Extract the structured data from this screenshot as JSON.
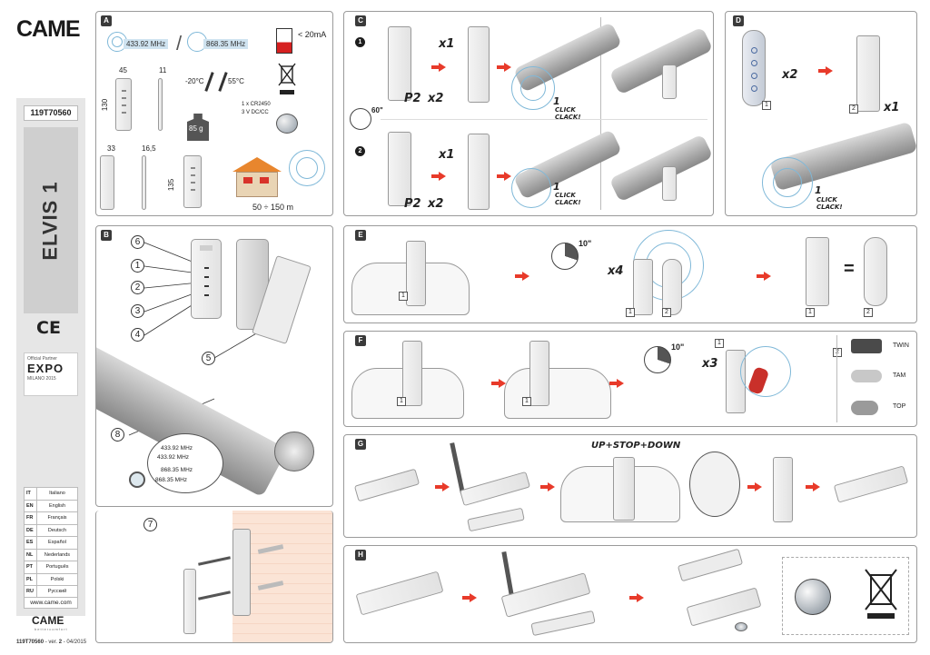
{
  "brand": "CAME",
  "doc_code": "119T70560",
  "product": "ELVIS 1",
  "ce_mark": "CE",
  "expo": {
    "label": "Official Partner",
    "word": "EXPO",
    "sub": "MILANO 2015"
  },
  "languages": [
    {
      "code": "IT",
      "name": "Italiano"
    },
    {
      "code": "EN",
      "name": "English"
    },
    {
      "code": "FR",
      "name": "Français"
    },
    {
      "code": "DE",
      "name": "Deutsch"
    },
    {
      "code": "ES",
      "name": "Español"
    },
    {
      "code": "NL",
      "name": "Nederlands"
    },
    {
      "code": "PT",
      "name": "Português"
    },
    {
      "code": "PL",
      "name": "Polski"
    },
    {
      "code": "RU",
      "name": "Русский"
    }
  ],
  "website": "www.came.com",
  "footer": {
    "code": "119T70560",
    "ver_label": "ver.",
    "ver": "2",
    "date": "04/2015"
  },
  "brand_tagline": "bettercomfort",
  "sections": {
    "A": {
      "letter": "A",
      "freq1": "433.92 MHz",
      "separator": "/",
      "freq2": "868.35 MHz",
      "current": "< 20mA",
      "dim_w": "45",
      "dim_d": "11",
      "dim_h": "130",
      "temp_min": "-20°C",
      "temp_max": "55°C",
      "weight": "85 g",
      "battery_qty": "1 x CR2450",
      "battery_v": "3 V DC/CC",
      "holder_w": "33",
      "holder_d": "16,5",
      "holder_h": "135",
      "range": "50 ÷ 150 m"
    },
    "B": {
      "letter": "B",
      "labels": [
        "6",
        "1",
        "2",
        "3",
        "4",
        "5",
        "8"
      ],
      "freqs": [
        "433.92 MHz",
        "433.92 MHz",
        "868.35 MHz",
        "868.35 MHz"
      ]
    },
    "B2": {
      "label": "7"
    },
    "C": {
      "letter": "C",
      "step1": "1",
      "step2": "2",
      "p2": "P2",
      "x2": "x2",
      "x1": "x1",
      "click_num": "1",
      "click_text": "CLICK",
      "clack_text": "CLACK!",
      "timer": "60\""
    },
    "D": {
      "letter": "D",
      "x2": "x2",
      "x1": "x1",
      "box1": "1",
      "box2": "2",
      "click_num": "1",
      "click_text": "CLICK",
      "clack_text": "CLACK!"
    },
    "E": {
      "letter": "E",
      "timer": "10\"",
      "x4": "x4",
      "box1": "1",
      "box2": "2",
      "equals": "="
    },
    "F": {
      "letter": "F",
      "timer": "10\"",
      "x3": "x3",
      "box1": "1",
      "box2": "2",
      "models": [
        "TWIN",
        "TAM",
        "TOP"
      ]
    },
    "G": {
      "letter": "G",
      "caption": "UP+STOP+DOWN"
    },
    "H": {
      "letter": "H"
    }
  },
  "colors": {
    "accent_red": "#e83a2a",
    "signal_blue": "#7fb8d8",
    "panel_border": "#9a9a9a",
    "sidebar_grey": "#e6e6e6"
  }
}
